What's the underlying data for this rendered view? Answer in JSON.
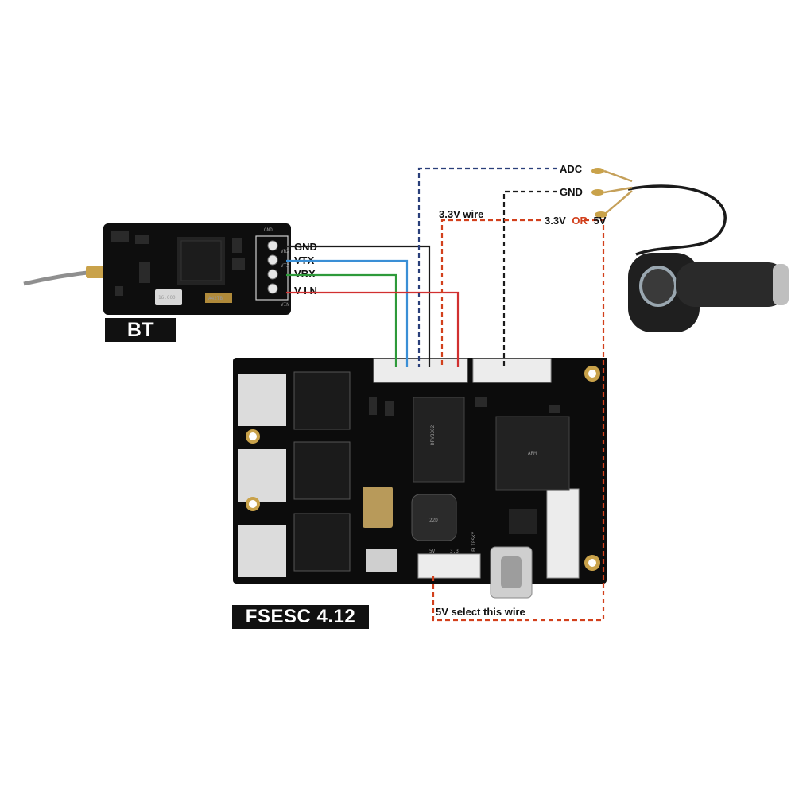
{
  "bt_module": {
    "tag": "BT",
    "pin_labels": [
      "GND",
      "VTX",
      "VRX",
      "V I N"
    ],
    "silk_pins": [
      "GND",
      "VRX",
      "VTX",
      "VIN"
    ],
    "crystal_text": "16.000",
    "chip_text": "A42TB"
  },
  "esc_board": {
    "tag": "FSESC 4.12",
    "chip1_text": "DRV8302",
    "chip2_text": "ARM",
    "inductor_text": "22D",
    "silk_brand": "FLIPSKY",
    "silk_5v": "5V",
    "silk_3v3": "3.3"
  },
  "throttle": {
    "adc_label": "ADC",
    "gnd_label": "GND",
    "power_label_prefix": "3.3V",
    "power_label_or": "OR",
    "power_label_suffix": "5V"
  },
  "notes": {
    "wire_3v3": "3.3V wire",
    "wire_5v": "5V select this wire"
  },
  "colors": {
    "gnd": "#1a1a1a",
    "vtx": "#3a8fd6",
    "vrx": "#2e9a3a",
    "vin": "#d13030",
    "adc_dashed": "#2a3f7a",
    "gnd_dashed": "#1a1a1a",
    "power_dashed": "#d2401c"
  }
}
